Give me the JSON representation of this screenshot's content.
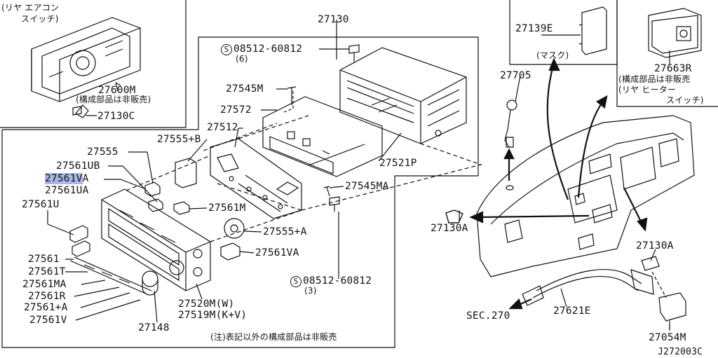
{
  "labels": {
    "rear_ac_switch_note": "(リヤ エアコン",
    "rear_ac_switch_note2": "スイッチ)",
    "p27600M": "27600M",
    "p27600M_note": "(構成部品は非販売)",
    "p27130C": "27130C",
    "p27130": "27130",
    "bolt1": "08512-60812",
    "bolt1_qty": "(6)",
    "p27545M": "27545M",
    "p27572": "27572",
    "p27512": "27512",
    "p27555B": "27555+B",
    "p27555": "27555",
    "p27561UB": "27561UB",
    "p27561VA_hl": "27561V",
    "p27561VA_hl_suffix": "A",
    "p27561UA": "27561UA",
    "p27561U": "27561U",
    "p27521P": "27521P",
    "p27545MA": "27545MA",
    "p27561M": "27561M",
    "p27555A": "27555+A",
    "p27561VA": "27561VA",
    "p27561": "27561",
    "p27561T": "27561T",
    "p27561MA": "27561MA",
    "p27561R": "27561R",
    "p27561A": "27561+A",
    "p27561V": "27561V",
    "bolt2": "08512-60812",
    "bolt2_qty": "(3)",
    "p27520M": "27520M(W)",
    "p27519M": "27519M(K+V)",
    "p27148": "27148",
    "footnote": "(注)表記以外の構成部品は非販売",
    "p27139E": "27139E",
    "mask_note": "(マスク)",
    "p27663R": "27663R",
    "p27663R_note1": "(構成部品は非販売",
    "p27663R_note2": "(リヤ ヒーター",
    "p27663R_note3": "スイッチ)",
    "p27705": "27705",
    "p27130A_1": "27130A",
    "p27130A_2": "27130A",
    "p27621E": "27621E",
    "sec270": "SEC.270",
    "p27054M": "27054M",
    "diagram_code": "J272003C",
    "s_mark": "S"
  },
  "highlight_color": "#a9b9e6"
}
